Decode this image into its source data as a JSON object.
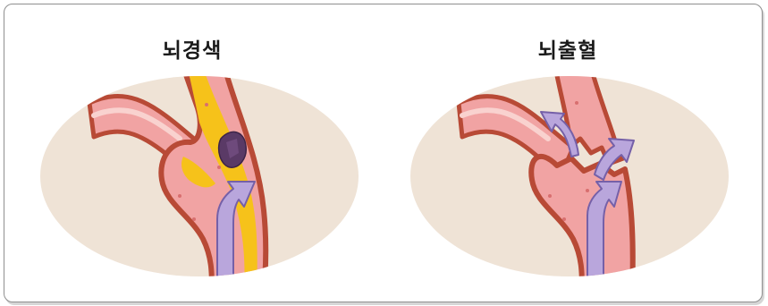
{
  "panels": [
    {
      "title": "뇌경색",
      "illustration": "artery-blocked-by-clot"
    },
    {
      "title": "뇌출혈",
      "illustration": "artery-ruptured-bleeding"
    }
  ],
  "colors": {
    "background_ellipse": "#efe3d6",
    "vessel_wall": "#b84a36",
    "vessel_fill": "#f1a3a3",
    "vessel_inner": "#f9d2cf",
    "plaque": "#f6c21a",
    "clot": "#5a3a66",
    "flow_arrow": "#9b84c4"
  }
}
